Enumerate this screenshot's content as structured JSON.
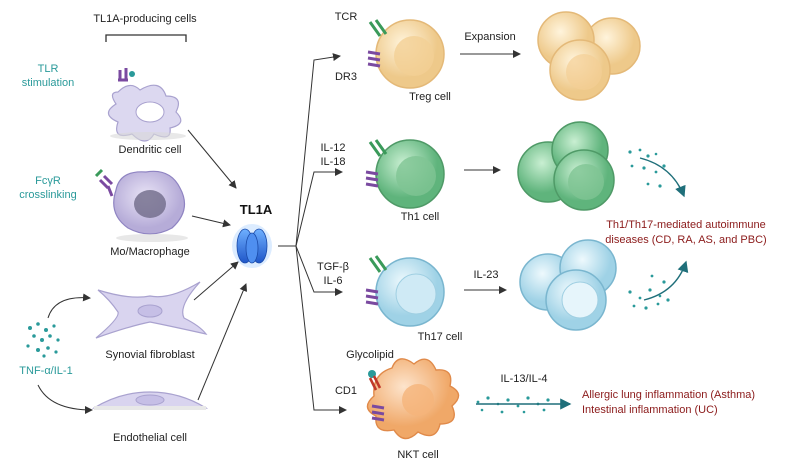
{
  "header": {
    "producing_cells": "TL1A-producing cells"
  },
  "center": {
    "label": "TL1A"
  },
  "sources": {
    "tlr": [
      "TLR",
      "stimulation"
    ],
    "fcgr": [
      "FcγR",
      "crosslinking"
    ],
    "tnf": "TNF-α/IL-1"
  },
  "cells": {
    "dendritic": "Dendritic cell",
    "macrophage": "Mo/Macrophage",
    "fibroblast": "Synovial fibroblast",
    "endothelial": "Endothelial cell",
    "treg": "Treg cell",
    "th1": "Th1 cell",
    "th17": "Th17 cell",
    "nkt": "NKT cell"
  },
  "receptors": {
    "tcr": "TCR",
    "dr3": "DR3",
    "cd1": "CD1",
    "glycolipid": "Glycolipid"
  },
  "signals": {
    "il12": "IL-12",
    "il18": "IL-18",
    "tgfb": "TGF-β",
    "il6": "IL-6",
    "il23": "IL-23",
    "expansion": "Expansion",
    "il13_il4": "IL-13/IL-4"
  },
  "outcomes": {
    "autoimmune": [
      "Th1/Th17-mediated autoimmune",
      "diseases (CD, RA, AS, and PBC)"
    ],
    "asthma": "Allergic lung inflammation (Asthma)",
    "uc": "Intestinal inflammation (UC)"
  },
  "colors": {
    "teal_text": "#2a9a9a",
    "red_text": "#8b1a1a",
    "tl1a_blue": "#2a6fe0",
    "treg": "#f5dcae",
    "th1": "#8fd0a0",
    "th17": "#bfe3f0",
    "nkt": "#f7c79a",
    "receptor_purple": "#7a4aa0",
    "receptor_green": "#3a9a5a"
  }
}
